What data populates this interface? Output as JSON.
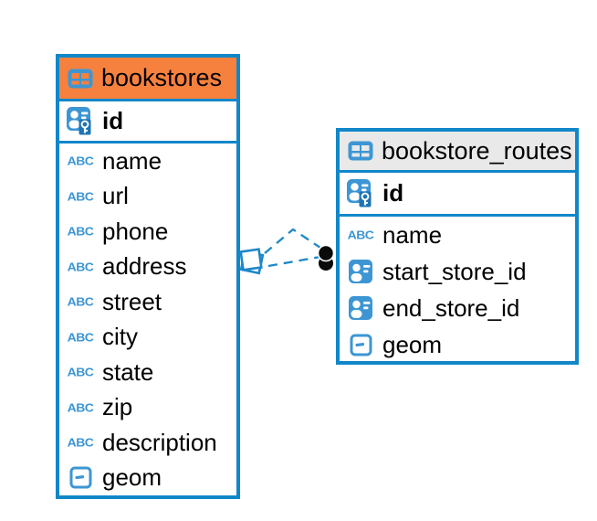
{
  "diagram": {
    "background": "#FFFFFF",
    "border_blue": "#1187C9",
    "icon_blue": "#3D96D3",
    "line_blue": "#1D87C9",
    "key_badge_blue": "#1E74B4"
  },
  "tables": [
    {
      "id": "bookstores",
      "name": "bookstores",
      "header_bg": "#F6813E",
      "columns": [
        {
          "name": "id",
          "type": "pk",
          "bold": true
        },
        {
          "name": "name",
          "type": "text"
        },
        {
          "name": "url",
          "type": "text"
        },
        {
          "name": "phone",
          "type": "text"
        },
        {
          "name": "address",
          "type": "text"
        },
        {
          "name": "street",
          "type": "text"
        },
        {
          "name": "city",
          "type": "text"
        },
        {
          "name": "state",
          "type": "text"
        },
        {
          "name": "zip",
          "type": "text"
        },
        {
          "name": "description",
          "type": "text"
        },
        {
          "name": "geom",
          "type": "geometry"
        }
      ]
    },
    {
      "id": "bookstore_routes",
      "name": "bookstore_routes",
      "header_bg": "#E9E9E9",
      "columns": [
        {
          "name": "id",
          "type": "pk",
          "bold": true
        },
        {
          "name": "name",
          "type": "text"
        },
        {
          "name": "start_store_id",
          "type": "fk"
        },
        {
          "name": "end_store_id",
          "type": "fk"
        },
        {
          "name": "geom",
          "type": "geometry"
        }
      ]
    }
  ],
  "relationships": [
    {
      "from": "bookstores",
      "to": "bookstore_routes",
      "style": "dashed"
    },
    {
      "from": "bookstores",
      "to": "bookstore_routes",
      "style": "dashed"
    }
  ]
}
